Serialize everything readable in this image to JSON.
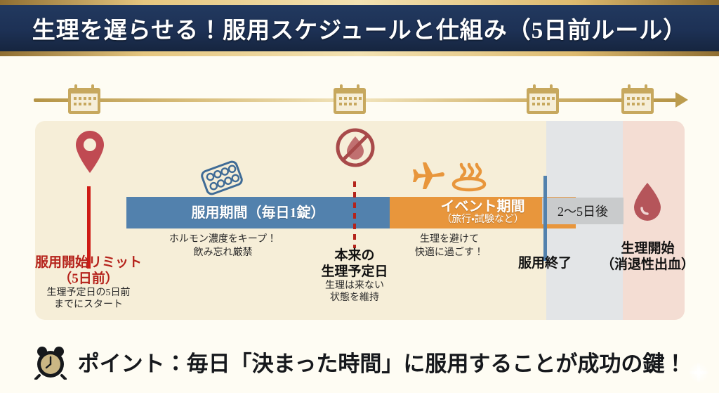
{
  "header": {
    "title": "生理を遅らせる！服用スケジュールと仕組み（5日前ルール）"
  },
  "timeline": {
    "calendar_icon": "calendar-icon",
    "arrow_icon": "arrow-right-icon"
  },
  "bars": {
    "dosing": {
      "title": "服用期間（毎日1錠）",
      "note_line1": "ホルモン濃度をキープ！",
      "note_line2": "飲み忘れ厳禁",
      "color": "#5281AD"
    },
    "event": {
      "title": "イベント期間",
      "subtitle": "（旅行・試験など）",
      "note_line1": "生理を避けて",
      "note_line2": "快適に過ごす！",
      "color": "#E8963C"
    },
    "after": {
      "label": "2〜5日後",
      "color": "#C9CBCC"
    }
  },
  "markers": {
    "start": {
      "title_line1": "服用開始リミット",
      "title_line2": "（5日前）",
      "note_line1": "生理予定日の5日前",
      "note_line2": "までにスタート",
      "color": "#CE1B15"
    },
    "expected": {
      "title_line1": "本来の",
      "title_line2": "生理予定日",
      "note_line1": "生理は来ない",
      "note_line2": "状態を維持",
      "color": "#B4241C"
    },
    "end": {
      "title": "服用終了",
      "color": "#5281AD"
    },
    "bleeding": {
      "title_line1": "生理開始",
      "title_line2": "（消退性出血）",
      "color": "#B5555A"
    }
  },
  "icons": {
    "pin": "map-pin-icon",
    "pills": "pill-blister-icon",
    "no_period": "no-blood-drop-icon",
    "airplane": "airplane-icon",
    "onsen": "hot-spring-icon",
    "blood_drop": "blood-drop-icon",
    "alarm_clock": "alarm-clock-icon"
  },
  "footer": {
    "text": "ポイント：毎日「決まった時間」に服用することが成功の鍵！"
  },
  "colors": {
    "header_bg": "#1D3155",
    "gold": "#D9BE7C",
    "card_bg": "#F6EED8",
    "page_bg": "#FEFCF3",
    "gray_panel": "#E3E5E7",
    "pink_panel": "#F4DDD3"
  }
}
